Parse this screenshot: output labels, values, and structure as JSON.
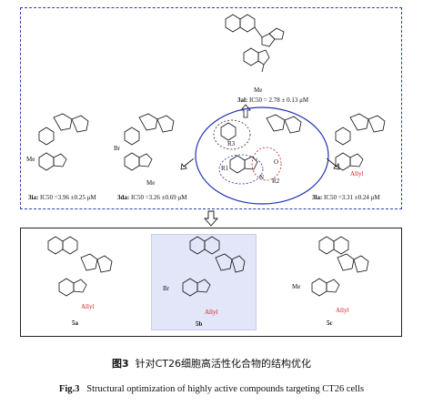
{
  "figure": {
    "top_compounds": {
      "c3al": {
        "label": "3al:",
        "ic50": "IC50",
        "value": "= 2.78 ± 0.13 μM",
        "substituent": "Me"
      },
      "c3ia": {
        "label": "3ia:",
        "ic50": "IC50",
        "value": "=3.96 ±0.25 μM",
        "substituent": "Me"
      },
      "c3da": {
        "label": "3da:",
        "ic50": "IC50",
        "value": "=3.26 ±0.69 μM",
        "substituent": "Br",
        "n_sub": "Me"
      },
      "c3la": {
        "label": "3la:",
        "ic50": "IC50",
        "value": "=3.31 ±0.24 μM",
        "substituent": "Allyl"
      },
      "core": {
        "r1": "R1",
        "r2": "R2",
        "r3": "R3",
        "n": "N",
        "o": "O"
      }
    },
    "bottom_compounds": [
      {
        "id": "5a",
        "substituent": "Allyl"
      },
      {
        "id": "5b",
        "substituent": "Allyl",
        "br": "Br"
      },
      {
        "id": "5c",
        "substituent": "Allyl",
        "me": "Me"
      }
    ],
    "caption_cn": {
      "fig": "图3",
      "text": "针对CT26细胞高活性化合物的结构优化"
    },
    "caption_en": {
      "fig": "Fig.3",
      "text": "Structural optimization of highly active compounds targeting CT26 cells"
    },
    "colors": {
      "border_top": "#2b3fa8",
      "highlight": "#e3e5f9",
      "red": "#d21b1b",
      "oval": "#1f33b0"
    }
  }
}
